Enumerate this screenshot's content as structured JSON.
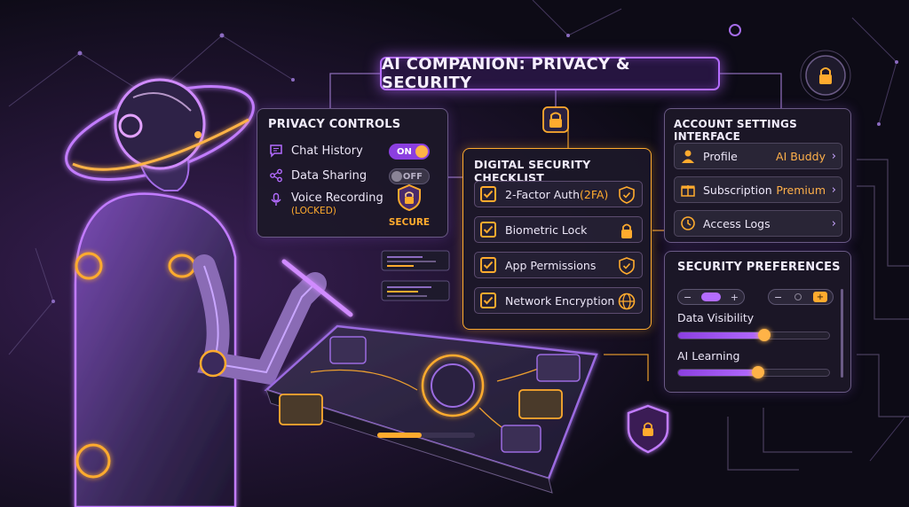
{
  "title": "AI COMPANION: PRIVACY & SECURITY",
  "privacy_controls": {
    "heading": "PRIVACY CONTROLS",
    "chat_history": {
      "label": "Chat History",
      "state": "ON"
    },
    "data_sharing": {
      "label": "Data Sharing",
      "state": "OFF"
    },
    "voice_recording": {
      "label": "Voice Recording",
      "status": "(LOCKED)"
    },
    "secure_badge": "SECURE"
  },
  "checklist": {
    "heading": "DIGITAL SECURITY CHECKLIST",
    "items": [
      {
        "label": "2-Factor Auth ",
        "tag": "(2FA)",
        "icon": "shield-check-icon"
      },
      {
        "label": "Biometric Lock",
        "icon": "padlock-icon"
      },
      {
        "label": "App Permissions",
        "icon": "shield-check-icon"
      },
      {
        "label": "Network Encryption",
        "icon": "globe-icon"
      }
    ]
  },
  "account": {
    "heading": "ACCOUNT SETTINGS INTERFACE",
    "rows": [
      {
        "label": "Profile",
        "value": "AI Buddy",
        "icon": "user-icon"
      },
      {
        "label": "Subscription",
        "value": "Premium",
        "icon": "gift-icon"
      },
      {
        "label": "Access Logs",
        "value": "",
        "icon": "clock-icon"
      }
    ]
  },
  "preferences": {
    "heading": "SECURITY PREFERENCES",
    "stepper_minus": "−",
    "stepper_plus": "+",
    "sliders": [
      {
        "label": "Data Visibility",
        "value": 0.57
      },
      {
        "label": "AI Learning",
        "value": 0.53
      }
    ]
  },
  "colors": {
    "accent_purple": "#b46cff",
    "accent_orange": "#ffab2e",
    "background": "#0d0b16"
  }
}
